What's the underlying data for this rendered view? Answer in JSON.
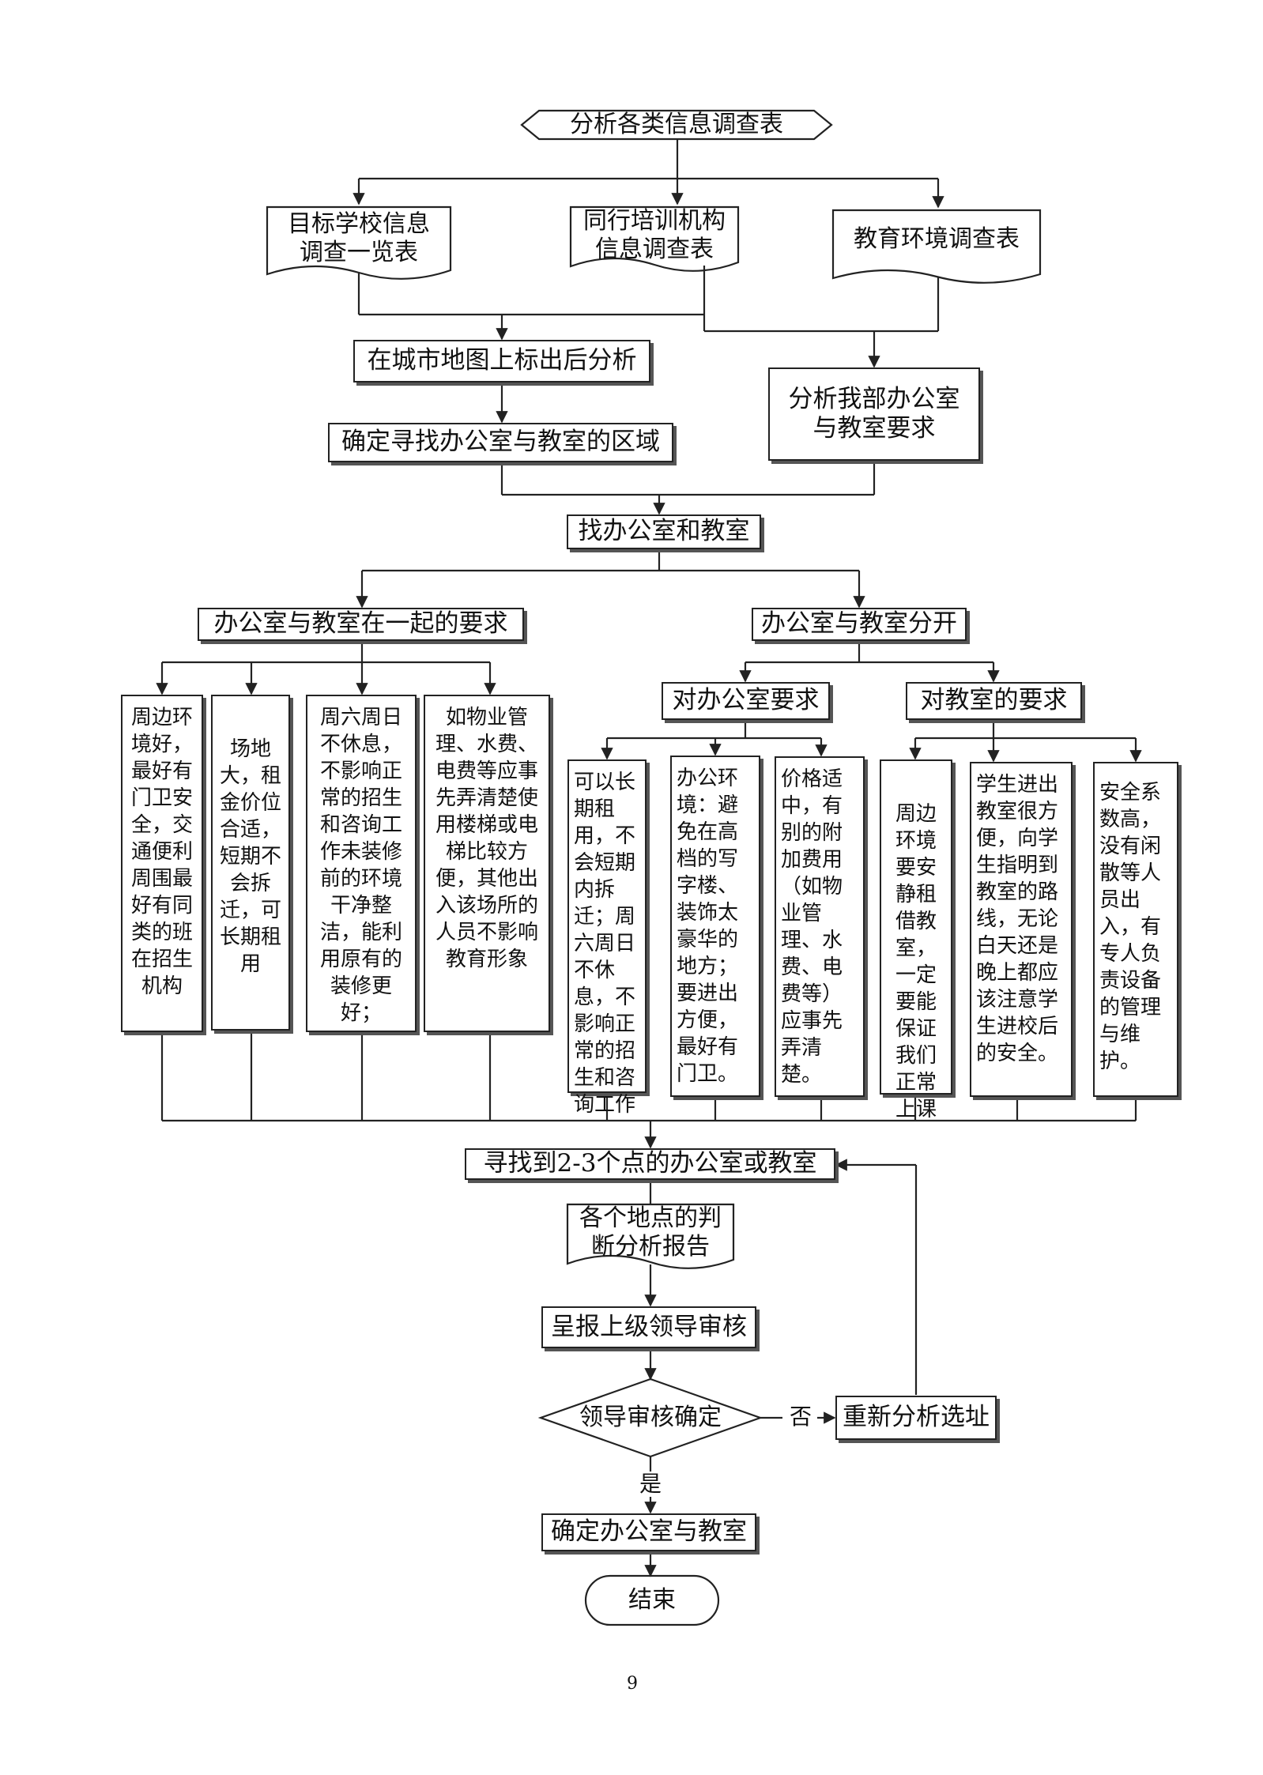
{
  "top": "分析各类信息调查表",
  "docs": {
    "target_school": "目标学校信息\n调查一览表",
    "peer_training": "同行培训机构\n信息调查表",
    "education_env": "教育环境调查表"
  },
  "map_analysis": "在城市地图上标出后分析",
  "office_requirements": "分析我部办公室\n与教室要求",
  "determine_area": "确定寻找办公室与教室的区域",
  "find_office": "找办公室和教室",
  "together_req": "办公室与教室在一起的要求",
  "separate": "办公室与教室分开",
  "office_req": "对办公室要求",
  "classroom_req": "对教室的要求",
  "together_items": [
    "周边环境好，最好有门卫安全，交通便利周围最好有同类的班在招生机构",
    "场地大，租金价位合适，短期不会拆迁，可长期租用",
    "周六周日不休息，不影响正常的招生和咨询工作未装修前的环境干净整洁，能利用原有的装修更好；",
    "如物业管理、水费、电费等应事先弄清楚使用楼梯或电梯比较方便，其他出入该场所的人员不影响教育形象"
  ],
  "office_items": [
    "可以长期租用，不会短期内拆迁；周六周日不休息，不影响正常的招生和咨询工作",
    "办公环境：避免在高档的写字楼、装饰太豪华的地方；要进出方便，最好有门卫。",
    "价格适中，有别的附加费用（如物业管理、水费、电费等）应事先弄清楚。"
  ],
  "classroom_items": [
    "周边环境要安静租借教室，一定要能保证我们正常上课",
    "学生进出教室很方便，向学生指明到教室的路线，无论白天还是晚上都应该注意学生进校后的安全。",
    "安全系数高，没有闲散等人员出入，有专人负责设备的管理与维护。"
  ],
  "find_points": "寻找到2-3个点的办公室或教室",
  "report": "各个地点的判\n断分析报告",
  "submit": "呈报上级领导审核",
  "decision": "领导审核确定",
  "reanalyze": "重新分析选址",
  "no_label": "否",
  "yes_label": "是",
  "confirm": "确定办公室与教室",
  "end": "结束",
  "page_number": "9"
}
